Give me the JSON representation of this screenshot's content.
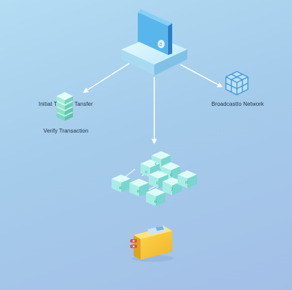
{
  "labels": {
    "initiate_left": "Initiat T",
    "initiate_right": "Tansfer",
    "verify": "Verify Transaction",
    "broadcast": "Broadcastto Network"
  },
  "colors": {
    "background": "#a9cdec",
    "arrow": "#ffffff",
    "platform": "#cdeefc",
    "wallet_blue": "#5ab8ea",
    "block_teal": "#a6ede6",
    "node_blue": "#4fa9e8",
    "wallet_yellow": "#f7c93d"
  },
  "icons": {
    "source": "blue-wallet-icon",
    "initiate": "block-stack-icon",
    "broadcast": "network-cube-icon",
    "blocks": "blockchain-grid-icon",
    "destination": "yellow-wallet-icon"
  }
}
